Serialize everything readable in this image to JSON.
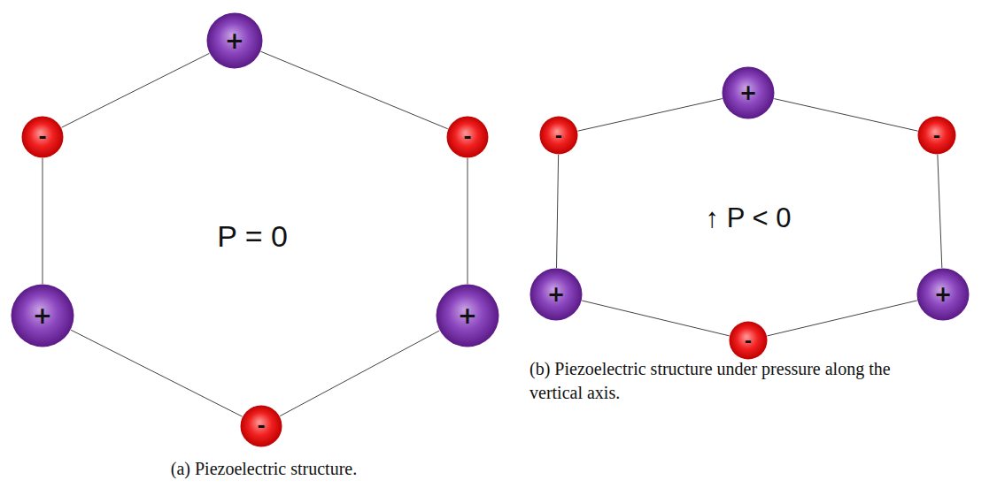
{
  "diagram": {
    "nodes": [
      {
        "text": [
          "+"
        ]
      },
      {
        "text": [
          "-"
        ]
      },
      {
        "text": [
          "-"
        ]
      },
      {
        "text": [
          "+"
        ]
      },
      {
        "text": [
          "+"
        ]
      },
      {
        "text": [
          "-"
        ]
      },
      {
        "text": [
          "+"
        ]
      },
      {
        "text": [
          "-"
        ]
      },
      {
        "text": [
          "-"
        ]
      },
      {
        "text": [
          "+"
        ]
      },
      {
        "text": [
          "+"
        ]
      },
      {
        "text": [
          "-"
        ]
      }
    ],
    "edges": [
      {
        "from": 0,
        "to": 2,
        "arrow": "none"
      },
      {
        "from": 2,
        "to": 4,
        "arrow": "none"
      },
      {
        "from": 4,
        "to": 5,
        "arrow": "none"
      },
      {
        "from": 5,
        "to": 3,
        "arrow": "none"
      },
      {
        "from": 3,
        "to": 1,
        "arrow": "none"
      },
      {
        "from": 1,
        "to": 0,
        "arrow": "none"
      },
      {
        "from": 6,
        "to": 8,
        "arrow": "none"
      },
      {
        "from": 8,
        "to": 10,
        "arrow": "none"
      },
      {
        "from": 10,
        "to": 11,
        "arrow": "none"
      },
      {
        "from": 11,
        "to": 9,
        "arrow": "none"
      },
      {
        "from": 9,
        "to": 7,
        "arrow": "none"
      },
      {
        "from": 7,
        "to": 6,
        "arrow": "none"
      }
    ],
    "labels": [
      "P = 0",
      "↑ P < 0",
      "(a) Piezoelectric structure.",
      "(b) Piezoelectric structure under pressure along the vertical axis."
    ]
  }
}
